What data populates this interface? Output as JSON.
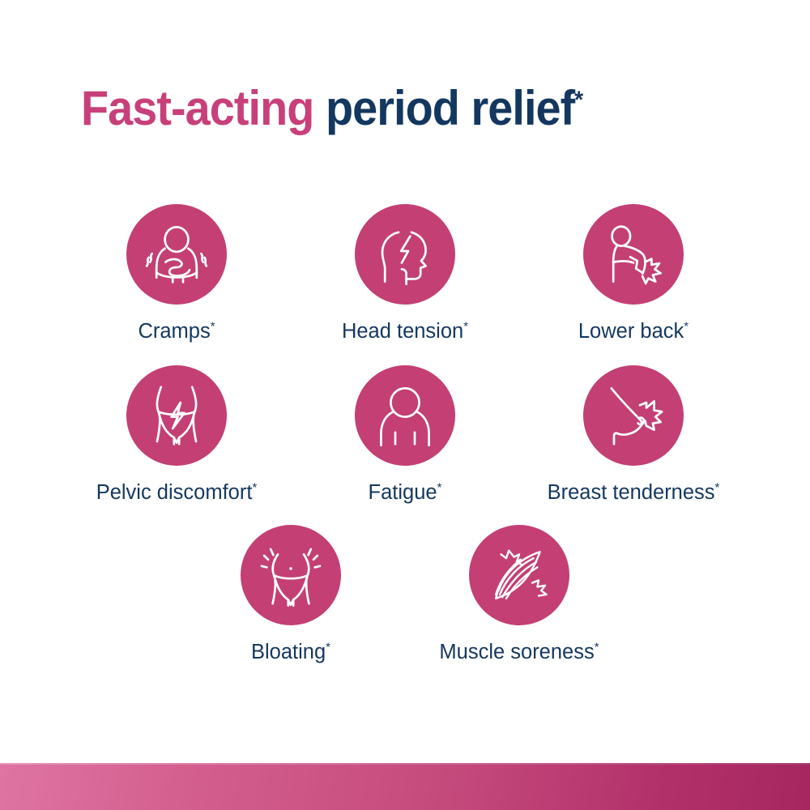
{
  "heading": {
    "part_pink": "Fast-acting",
    "part_navy": "period relief",
    "superscript": "*"
  },
  "colors": {
    "pink_accent": "#C8407A",
    "navy_text": "#14375F",
    "circle_fill": "#C33F74",
    "icon_stroke": "#FFFFFF",
    "bar_gradient_start": "#DE74A3",
    "bar_gradient_end": "#A62760",
    "background": "#FFFFFF"
  },
  "symptoms": {
    "rows": [
      {
        "items": [
          {
            "label": "Cramps",
            "superscript": "*",
            "icon": "cramps-person-holding-abdomen-icon"
          },
          {
            "label": "Head tension",
            "superscript": "*",
            "icon": "head-profile-lightning-bolt-icon"
          },
          {
            "label": "Lower back",
            "superscript": "*",
            "icon": "person-bent-back-pain-starburst-icon"
          }
        ]
      },
      {
        "items": [
          {
            "label": "Pelvic discomfort",
            "superscript": "*",
            "icon": "pelvis-underwear-lightning-bolt-icon"
          },
          {
            "label": "Fatigue",
            "superscript": "*",
            "icon": "person-bust-slumped-shoulders-icon"
          },
          {
            "label": "Breast tenderness",
            "superscript": "*",
            "icon": "breast-profile-starburst-icon"
          }
        ]
      },
      {
        "items": [
          {
            "label": "Bloating",
            "superscript": "*",
            "icon": "bloated-belly-radiating-lines-icon"
          },
          {
            "label": "Muscle soreness",
            "superscript": "*",
            "icon": "muscle-fiber-starburst-icon"
          }
        ]
      }
    ]
  }
}
